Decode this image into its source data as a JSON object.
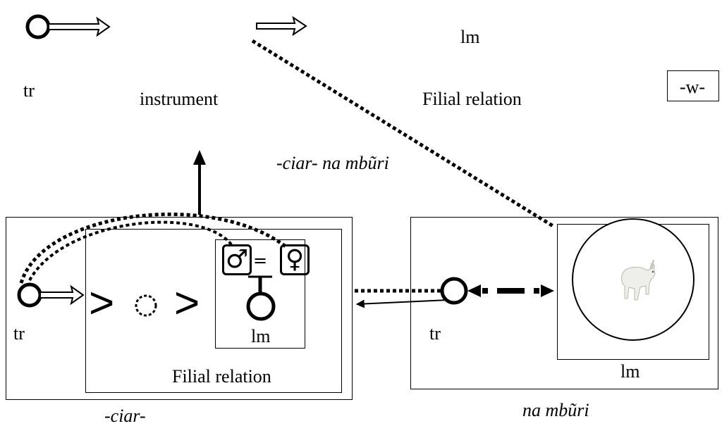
{
  "top": {
    "tr_label": "tr",
    "instrument_label": "instrument",
    "lm_label": "lm",
    "filial_relation_label": "Filial relation",
    "w_box_label": "-w-",
    "composite_label": "-ciar- na mbũri"
  },
  "left_panel": {
    "tr_label": "tr",
    "lm_label": "lm",
    "filial_relation_label": "Filial relation",
    "caption": "-ciar-",
    "male_symbol": "♂",
    "female_symbol": "♀",
    "equals_symbol": "=",
    "greater_than_symbol": ">"
  },
  "right_panel": {
    "tr_label": "tr",
    "lm_label": "lm",
    "caption": "na mbũri",
    "image_icon": "goat-icon"
  }
}
